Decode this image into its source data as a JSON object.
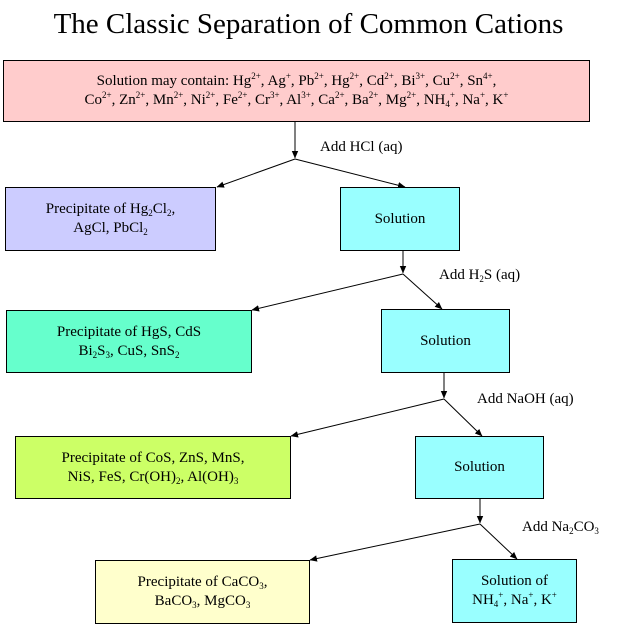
{
  "title": "The Classic Separation of Common Cations",
  "start_box": {
    "prefix": "Solution may contain:",
    "line1_ions": [
      {
        "sym": "Hg",
        "charge": "2+"
      },
      {
        "sym": "Ag",
        "charge": "+"
      },
      {
        "sym": "Pb",
        "charge": "2+"
      },
      {
        "sym": "Hg",
        "charge": "2+"
      },
      {
        "sym": "Cd",
        "charge": "2+"
      },
      {
        "sym": "Bi",
        "charge": "3+"
      },
      {
        "sym": "Cu",
        "charge": "2+"
      },
      {
        "sym": "Sn",
        "charge": "4+"
      }
    ],
    "line2_ions": [
      {
        "sym": "Co",
        "charge": "2+"
      },
      {
        "sym": "Zn",
        "charge": "2+"
      },
      {
        "sym": "Mn",
        "charge": "2+"
      },
      {
        "sym": "Ni",
        "charge": "2+"
      },
      {
        "sym": "Fe",
        "charge": "2+"
      },
      {
        "sym": "Cr",
        "charge": "3+"
      },
      {
        "sym": "Al",
        "charge": "3+"
      },
      {
        "sym": "Ca",
        "charge": "2+"
      },
      {
        "sym": "Ba",
        "charge": "2+"
      },
      {
        "sym": "Mg",
        "charge": "2+"
      },
      {
        "sym": "NH",
        "sub": "4",
        "charge": "+"
      },
      {
        "sym": "Na",
        "charge": "+"
      },
      {
        "sym": "K",
        "charge": "+"
      }
    ]
  },
  "steps": [
    {
      "reagent": {
        "text": "Add HCl (aq)"
      },
      "precipitate": {
        "lines": [
          [
            {
              "t": "Precipitate of Hg"
            },
            {
              "sub": "2"
            },
            {
              "t": "Cl"
            },
            {
              "sub": "2"
            },
            {
              "t": ","
            }
          ],
          [
            {
              "t": "AgCl, PbCl"
            },
            {
              "sub": "2"
            }
          ]
        ]
      },
      "solution": {
        "lines": [
          [
            {
              "t": "Solution"
            }
          ]
        ]
      }
    },
    {
      "reagent": {
        "parts": [
          {
            "t": "Add H"
          },
          {
            "sub": "2"
          },
          {
            "t": "S (aq)"
          }
        ]
      },
      "precipitate": {
        "lines": [
          [
            {
              "t": "Precipitate of HgS, CdS"
            }
          ],
          [
            {
              "t": "Bi"
            },
            {
              "sub": "2"
            },
            {
              "t": "S"
            },
            {
              "sub": "3"
            },
            {
              "t": ", CuS, SnS"
            },
            {
              "sub": "2"
            }
          ]
        ]
      },
      "solution": {
        "lines": [
          [
            {
              "t": "Solution"
            }
          ]
        ]
      }
    },
    {
      "reagent": {
        "text": "Add NaOH (aq)"
      },
      "precipitate": {
        "lines": [
          [
            {
              "t": "Precipitate of CoS, ZnS, MnS,"
            }
          ],
          [
            {
              "t": "NiS, FeS, Cr(OH)"
            },
            {
              "sub": "2"
            },
            {
              "t": ", Al(OH)"
            },
            {
              "sub": "3"
            }
          ]
        ]
      },
      "solution": {
        "lines": [
          [
            {
              "t": "Solution"
            }
          ]
        ]
      }
    },
    {
      "reagent": {
        "parts": [
          {
            "t": "Add Na"
          },
          {
            "sub": "2"
          },
          {
            "t": "CO"
          },
          {
            "sub": "3"
          }
        ]
      },
      "precipitate": {
        "lines": [
          [
            {
              "t": "Precipitate of CaCO"
            },
            {
              "sub": "3"
            },
            {
              "t": ","
            }
          ],
          [
            {
              "t": "BaCO"
            },
            {
              "sub": "3"
            },
            {
              "t": ", MgCO"
            },
            {
              "sub": "3"
            }
          ]
        ]
      },
      "solution": {
        "lines": [
          [
            {
              "t": "Solution of"
            }
          ],
          [
            {
              "t": "NH"
            },
            {
              "sub": "4"
            },
            {
              "sup": "+"
            },
            {
              "t": ", Na"
            },
            {
              "sup": "+"
            },
            {
              "t": ", K"
            },
            {
              "sup": "+"
            }
          ]
        ]
      }
    }
  ],
  "colors": {
    "start": "#ffcccc",
    "precipitate_1": "#ccccff",
    "precipitate_2": "#66ffcc",
    "precipitate_3": "#ccff66",
    "precipitate_4": "#ffffcc",
    "solution": "#99ffff",
    "line": "#000000"
  }
}
